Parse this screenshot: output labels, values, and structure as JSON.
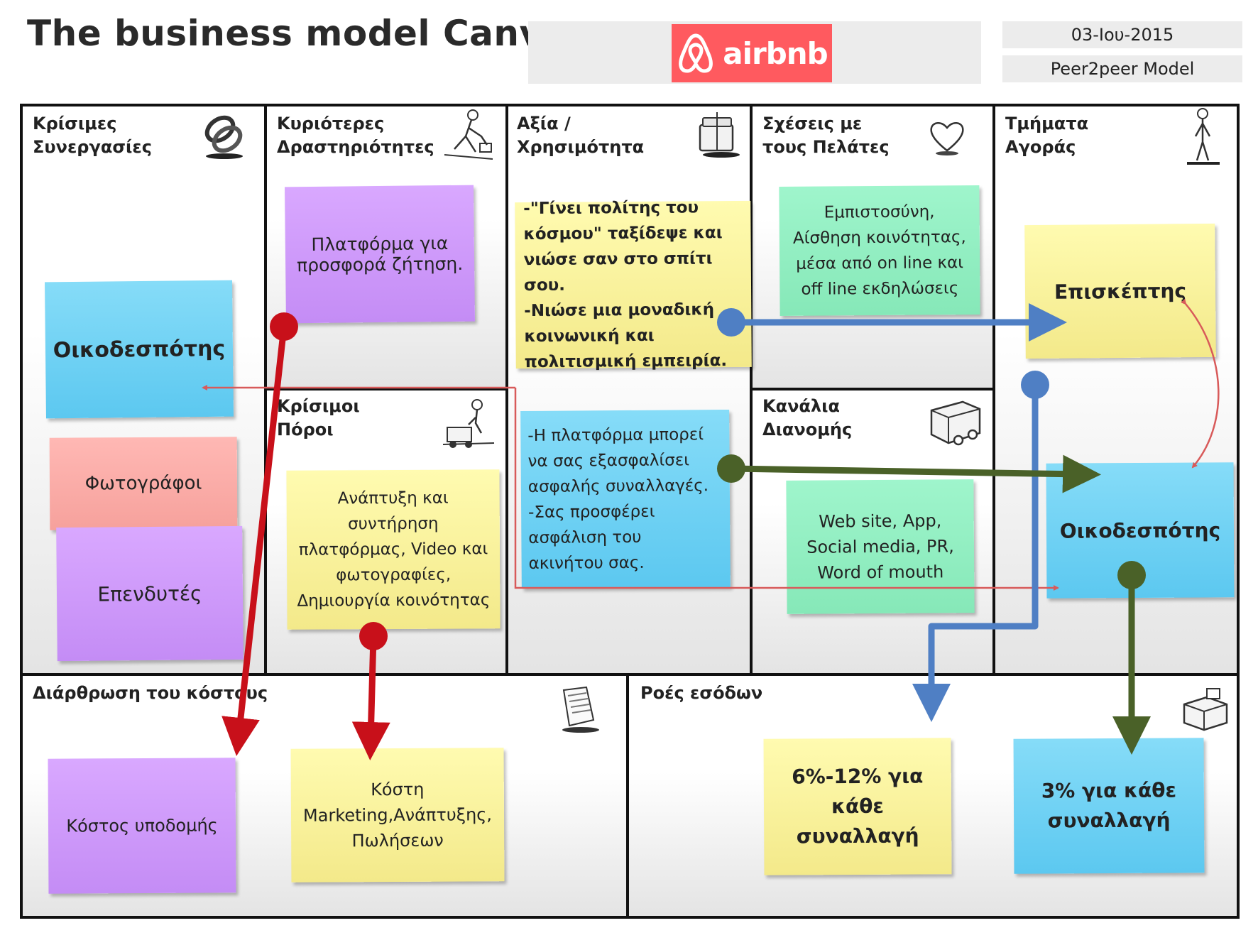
{
  "header": {
    "title": "The business model Canvas",
    "logo_text": "airbnb",
    "date": "03-Ιου-2015",
    "model": "Peer2peer Model"
  },
  "colors": {
    "red": "#c8101a",
    "blue": "#4f7fc4",
    "green": "#4a6128",
    "thin_red": "#d85a5a",
    "brand": "#ff5a5f"
  },
  "blocks": {
    "key_partners": {
      "title": "Κρίσιμες\nΣυνεργασίες",
      "icon": "chain-link-icon"
    },
    "key_activities": {
      "title": "Κυριότερες\nΔραστηριότητες",
      "icon": "worker-icon"
    },
    "value": {
      "title": "Αξία /\nΧρησιμότητα",
      "icon": "gift-icon"
    },
    "relationships": {
      "title": "Σχέσεις με\nτους Πελάτες",
      "icon": "heart-icon"
    },
    "segments": {
      "title": "Τμήματα\nΑγοράς",
      "icon": "person-icon"
    },
    "key_resources": {
      "title": "Κρίσιμοι\nΠόροι",
      "icon": "forklift-icon"
    },
    "channels": {
      "title": "Κανάλια\nΔιανομής",
      "icon": "truck-icon"
    },
    "cost": {
      "title": "Διάρθρωση του κόστους",
      "icon": "document-icon"
    },
    "revenue": {
      "title": "Ροές εσόδων",
      "icon": "cash-register-icon"
    }
  },
  "notes": {
    "host_partner": "Οικοδεσπότης",
    "photographers": "Φωτογράφοι",
    "investors": "Επενδυτές",
    "platform": "Πλατφόρμα για\nπροσφορά ζήτηση.",
    "value_prop": "-\"Γίνει πολίτης του\nκόσμου\" ταξίδεψε και\nνιώσε σαν στο σπίτι σου.\n-Νιώσε μια μοναδική\nκοινωνική και\nπολιτισμική εμπειρία.",
    "trust": "Εμπιστοσύνη,\nΑίσθηση κοινότητας,\nμέσα από on line και\noff line εκδηλώσεις",
    "visitor": "Επισκέπτης",
    "resources": "Ανάπτυξη και\nσυντήρηση\nπλατφόρμας, Video και\nφωτογραφίες,\nΔημιουργία κοινότητας",
    "safety": "-Η πλατφόρμα μπορεί\nνα σας εξασφαλίσει\nασφαλής συναλλαγές.\n-Σας προσφέρει\nασφάλιση του\nακινήτου σας.",
    "channels": "Web site, App,\nSocial media, PR,\nWord of mouth",
    "host_segment": "Οικοδεσπότης",
    "infra_cost": "Κόστος υποδομής",
    "marketing_cost": "Κόστη\nMarketing,Ανάπτυξης,\nΠωλήσεων",
    "visitor_fee": "6%-12% για κάθε\nσυναλλαγή",
    "host_fee": "3% για κάθε\nσυναλλαγή"
  }
}
